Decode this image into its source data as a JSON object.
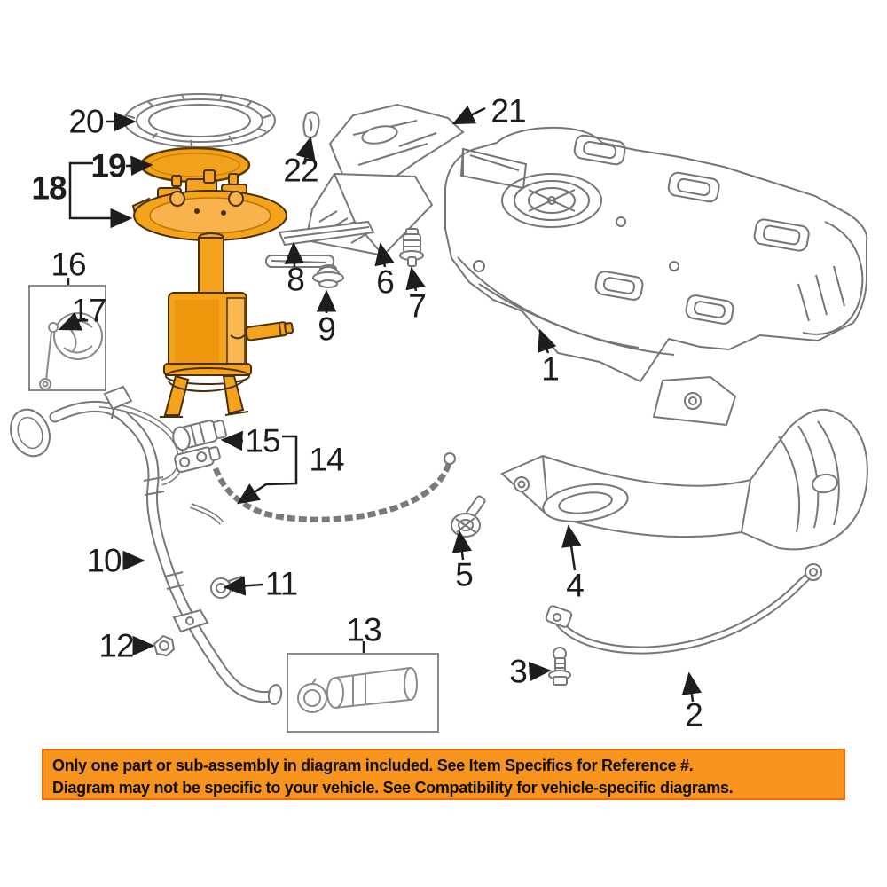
{
  "diagram": {
    "description": "Exploded fuel tank and fuel pump parts diagram",
    "callouts": [
      {
        "num": "1"
      },
      {
        "num": "2"
      },
      {
        "num": "3"
      },
      {
        "num": "4"
      },
      {
        "num": "5"
      },
      {
        "num": "6"
      },
      {
        "num": "7"
      },
      {
        "num": "8"
      },
      {
        "num": "9"
      },
      {
        "num": "10"
      },
      {
        "num": "11"
      },
      {
        "num": "12"
      },
      {
        "num": "13"
      },
      {
        "num": "14"
      },
      {
        "num": "15"
      },
      {
        "num": "16"
      },
      {
        "num": "17"
      },
      {
        "num": "18"
      },
      {
        "num": "19"
      },
      {
        "num": "20"
      },
      {
        "num": "21"
      },
      {
        "num": "22"
      }
    ]
  },
  "banner": {
    "line1": "Only one part or sub-assembly in diagram included. See Item Specifics for Reference #.",
    "line2": "Diagram may not be specific to your vehicle. See Compatibility for vehicle-specific diagrams."
  },
  "colors": {
    "highlight_orange": "#f5a21c",
    "highlight_shade": "#e78c00",
    "highlight_outline": "#46300a",
    "banner_background": "#f7941e",
    "banner_border": "#ef6a0c",
    "line_art": "#757575",
    "label_text": "#1d1d1d"
  }
}
